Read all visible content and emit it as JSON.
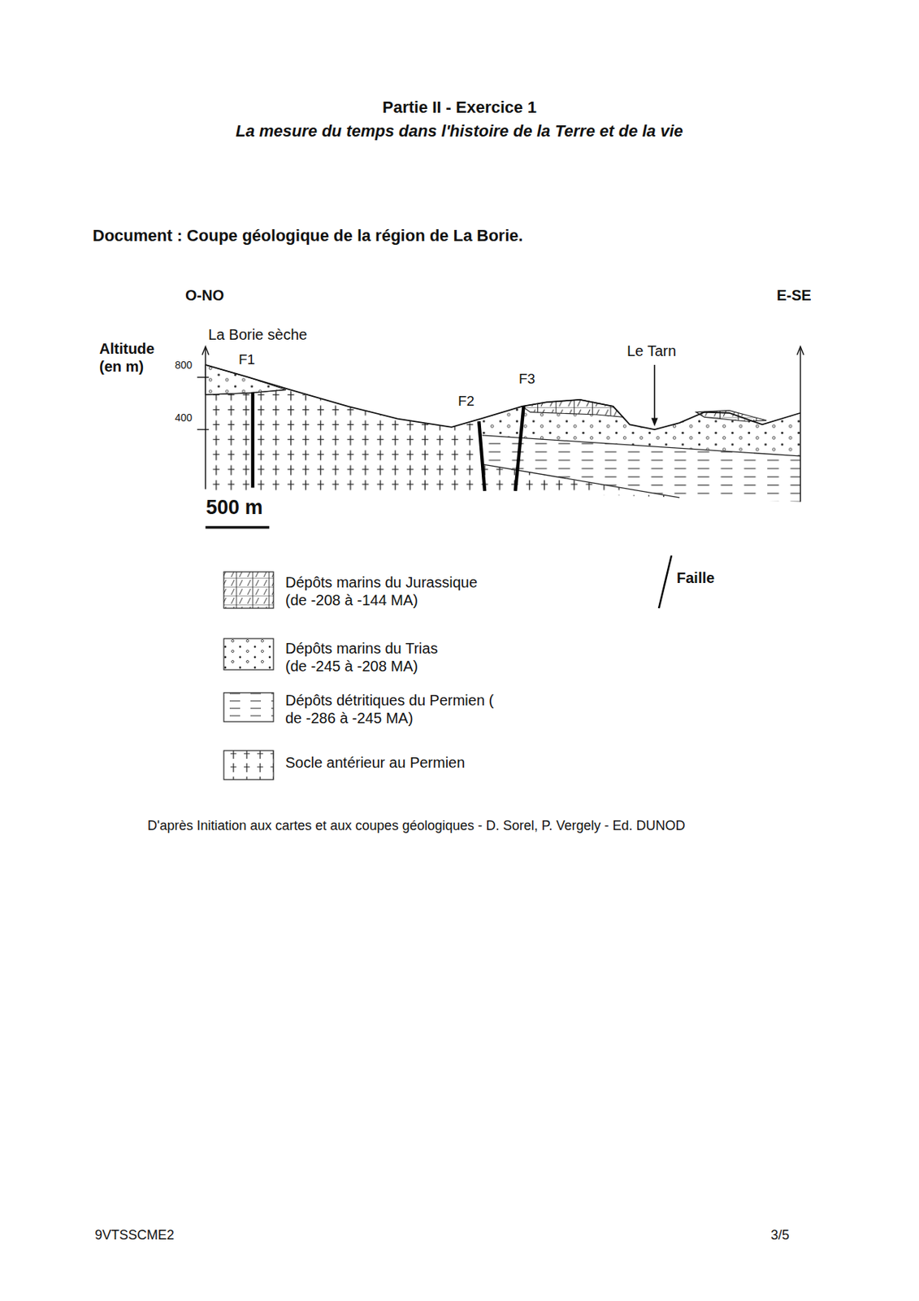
{
  "diagram": {
    "title": "Partie II - Exercice 1",
    "caption": "D'après Initiation aux cartes et aux coupes géologiques - D. Sorel, P. Vergely - Ed. DUNOD",
    "labels": [
      "La mesure du temps dans l'histoire de la Terre et de la vie",
      "Document : Coupe géologique de la région de La Borie.",
      "O-NO",
      "E-SE",
      "La Borie sèche",
      "Altitude (en m)",
      "800",
      "400",
      "F1",
      "F2",
      "F3",
      "Le Tarn",
      "500 m",
      "9VTSSCME2",
      "3/5"
    ],
    "legend": [
      {
        "text": "Dépôts marins du Jurassique (de -208 à -144 MA)"
      },
      {
        "text": "Dépôts marins du Trias (de -245 à -208 MA)"
      },
      {
        "text": "Dépôts détritiques du Permien ( de -286 à -245 MA)"
      },
      {
        "text": "Socle antérieur au Permien"
      },
      {
        "text": "Faille"
      }
    ]
  }
}
